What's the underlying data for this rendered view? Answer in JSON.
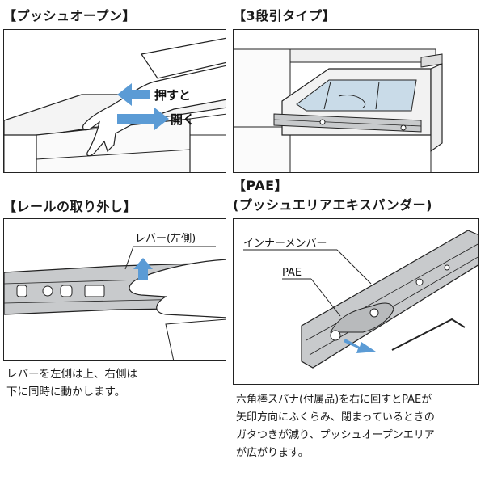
{
  "sections": {
    "push_open": {
      "title": "【プッシュオープン】",
      "label_push": "押すと",
      "label_open": "開く"
    },
    "three_stage": {
      "title": "【3段引タイプ】"
    },
    "rail_removal": {
      "title": "【レールの取り外し】",
      "lever_label": "レバー(左側)",
      "caption_line1": "レバーを左側は上、右側は",
      "caption_line2": "下に同時に動かします。"
    },
    "pae": {
      "title_line1": "【PAE】",
      "title_line2": "(プッシュエリアエキスパンダー)",
      "inner_member_label": "インナーメンバー",
      "pae_label": "PAE",
      "caption_line1": "六角棒スパナ(付属品)を右に回すとPAEが",
      "caption_line2": "矢印方向にふくらみ、閉まっているときの",
      "caption_line3": "ガタつきが減り、プッシュオープンエリア",
      "caption_line4": "が広がります。"
    }
  },
  "colors": {
    "arrow_blue": "#5b9bd5",
    "rail_gray": "#c8cacc",
    "line": "#222222"
  }
}
